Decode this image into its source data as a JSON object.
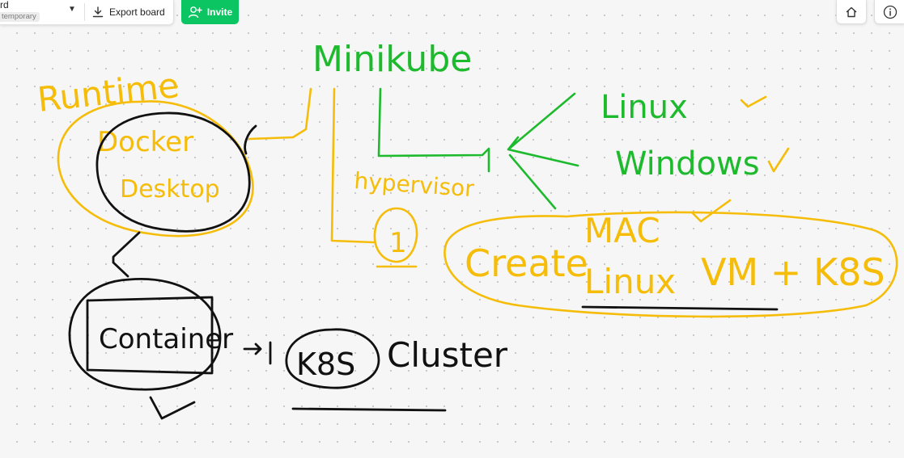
{
  "toolbar": {
    "board_title": "rd",
    "board_badge": "temporary",
    "export_label": "Export board",
    "invite_label": "Invite"
  },
  "icons": {
    "dropdown": "chevron-down-icon",
    "export": "download-icon",
    "invite": "add-user-icon",
    "home": "home-icon",
    "info": "info-icon"
  },
  "colors": {
    "invite_green": "#0bc562",
    "ink_yellow": "#f5bd0a",
    "ink_green": "#1eba2d",
    "ink_black": "#111111"
  },
  "whiteboard": {
    "runtime": "Runtime",
    "docker": "Docker",
    "desktop": "Desktop",
    "container": "Container",
    "k8s": "K8S",
    "cluster": "Cluster",
    "minikube": "Minikube",
    "hypervisor": "hypervisor",
    "one": "1",
    "linux": "Linux",
    "windows": "Windows",
    "mac": "MAC",
    "create": "Create",
    "linux_vm": "Linux",
    "vm_k8s": "VM + K8S"
  }
}
